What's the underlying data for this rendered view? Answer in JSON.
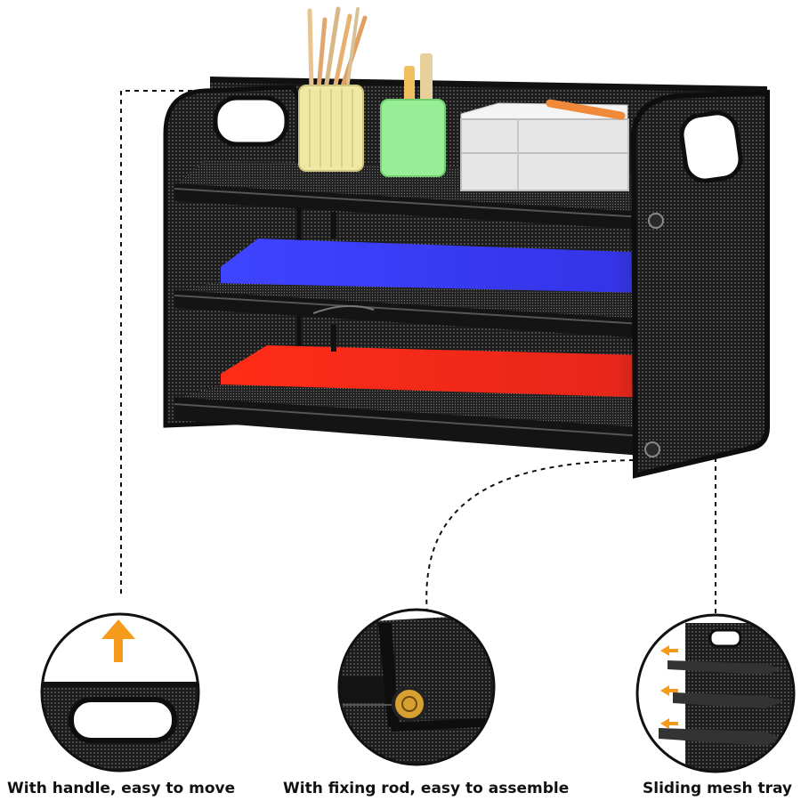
{
  "captions": {
    "handle": "With handle, easy to move",
    "fixing_rod": "With fixing rod, easy to assemble",
    "sliding_tray": "Sliding mesh tray"
  },
  "colors": {
    "mesh_frame": "#1e1e1e",
    "blue_folder": "#3a3df0",
    "red_folder": "#ee2a1a",
    "arrow_orange": "#f59a1a",
    "pencil_cup_yellow": "#efe8a4",
    "pencil_cup_green": "#97ee97"
  }
}
